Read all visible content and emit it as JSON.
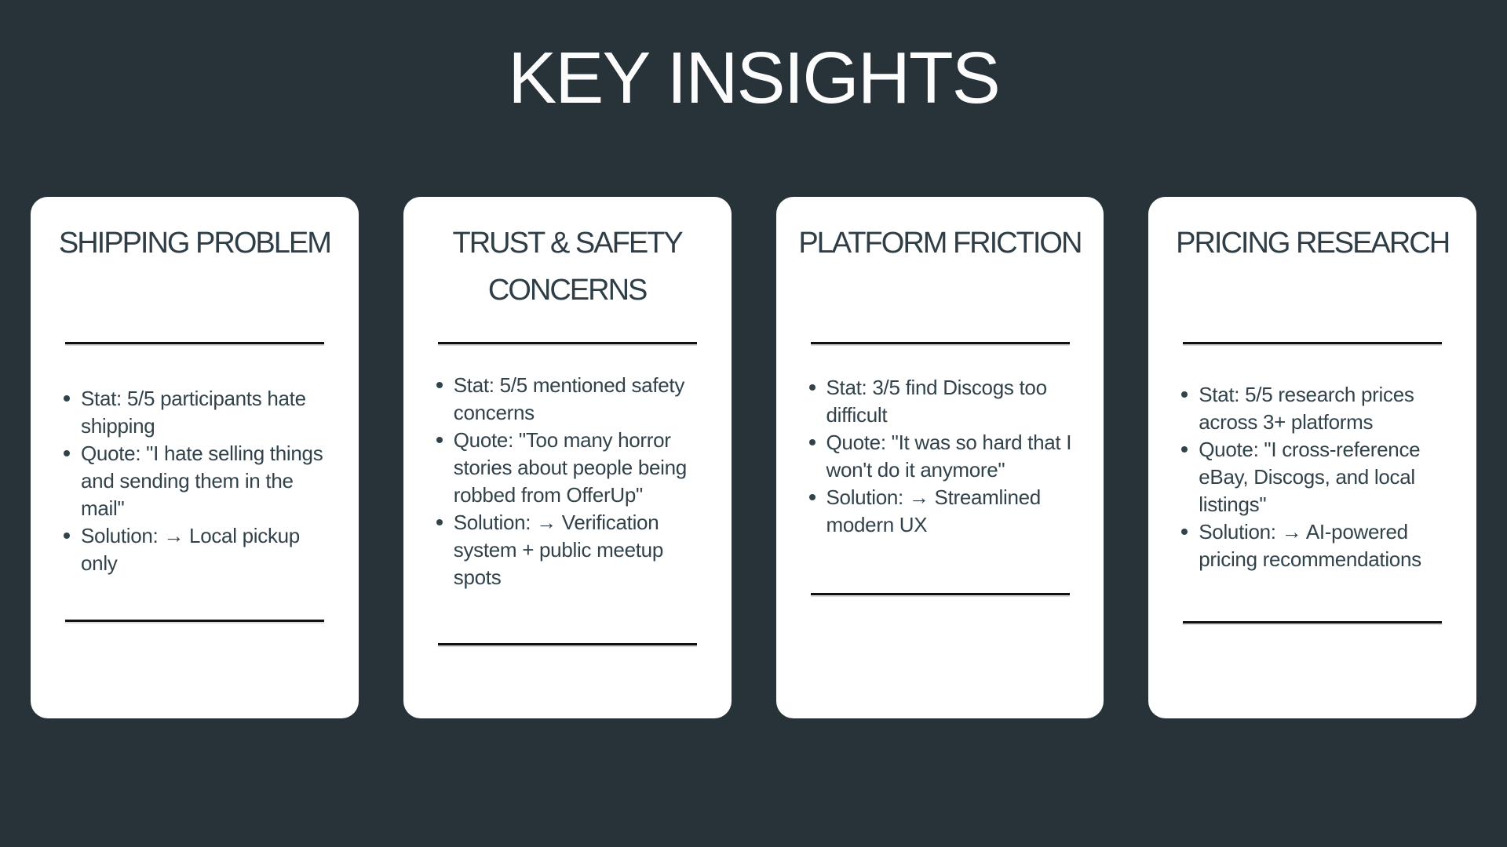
{
  "title": "KEY INSIGHTS",
  "colors": {
    "background": "#273339",
    "card": "#ffffff",
    "heading_text": "#2f3e46",
    "body_text": "#32424a",
    "divider": "#0f1113",
    "title_text": "#fcfcfc"
  },
  "cards": [
    {
      "title": "SHIPPING PROBLEM",
      "bullets": [
        [
          "Stat: 5/5 participants hate",
          "shipping"
        ],
        [
          "Quote: \"I hate selling things",
          "and sending them in the mail\""
        ],
        [
          "Solution: → Local pickup",
          "only"
        ]
      ]
    },
    {
      "title": "TRUST & SAFETY CONCERNS",
      "bullets": [
        [
          "Stat: 5/5 mentioned safety",
          "concerns"
        ],
        [
          "Quote: \"Too many horror",
          "stories about people being",
          "robbed from OfferUp\""
        ],
        [
          "Solution: → Verification",
          "system + public meetup",
          "spots"
        ]
      ]
    },
    {
      "title": "PLATFORM FRICTION",
      "bullets": [
        [
          "Stat: 3/5 find Discogs too",
          "difficult"
        ],
        [
          "Quote: \"It was so hard that I",
          "won't do it anymore\""
        ],
        [
          "Solution: → Streamlined",
          "modern UX"
        ]
      ]
    },
    {
      "title": "PRICING RESEARCH",
      "bullets": [
        [
          "Stat: 5/5 research prices",
          "across 3+ platforms"
        ],
        [
          "Quote: \"I cross-reference",
          "eBay, Discogs, and local",
          "listings\""
        ],
        [
          "Solution: → AI-powered",
          "pricing recommendations"
        ]
      ]
    }
  ]
}
